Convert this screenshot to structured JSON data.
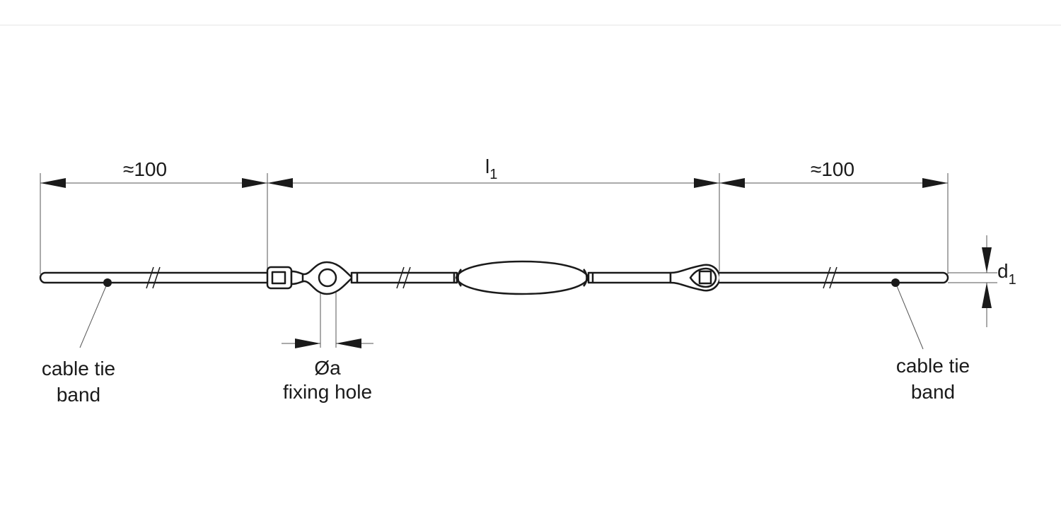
{
  "dimensions": {
    "left_length": "≈100",
    "middle_length": "l",
    "middle_length_sub": "1",
    "right_length": "≈100",
    "thickness": "d",
    "thickness_sub": "1",
    "hole_diameter": "Øa"
  },
  "labels": {
    "left_band_line1": "cable tie",
    "left_band_line2": "band",
    "fixing_hole": "fixing hole",
    "right_band_line1": "cable tie",
    "right_band_line2": "band"
  },
  "colors": {
    "line": "#1a1a1a",
    "thin_line": "#555555"
  }
}
